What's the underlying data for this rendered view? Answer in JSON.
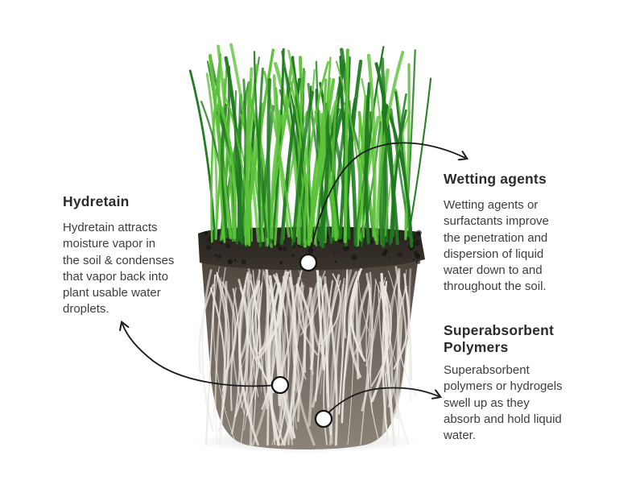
{
  "colors": {
    "grass_dark": "#1f7a1f",
    "grass_light": "#5cc23a",
    "soil": "#2a2621",
    "roots": "#e9e6df",
    "arrow": "#1a1a1a",
    "heading": "#2b2b2b",
    "body_text": "#3d3d3d"
  },
  "callouts": {
    "hydretain": {
      "title": "Hydretain",
      "body": "Hydretain attracts\nmoisture vapor in\nthe soil & condenses\nthat vapor back into\nplant usable water\ndroplets."
    },
    "wetting": {
      "title": "Wetting agents",
      "body": "Wetting agents or\nsurfactants improve\nthe penetration and\ndispersion of liquid\nwater down to and\nthroughout the soil."
    },
    "polymers": {
      "title": "Superabsorbent\nPolymers",
      "body": "Superabsorbent\npolymers or hydrogels\nswell up as they\nabsorb and hold liquid\nwater."
    }
  }
}
